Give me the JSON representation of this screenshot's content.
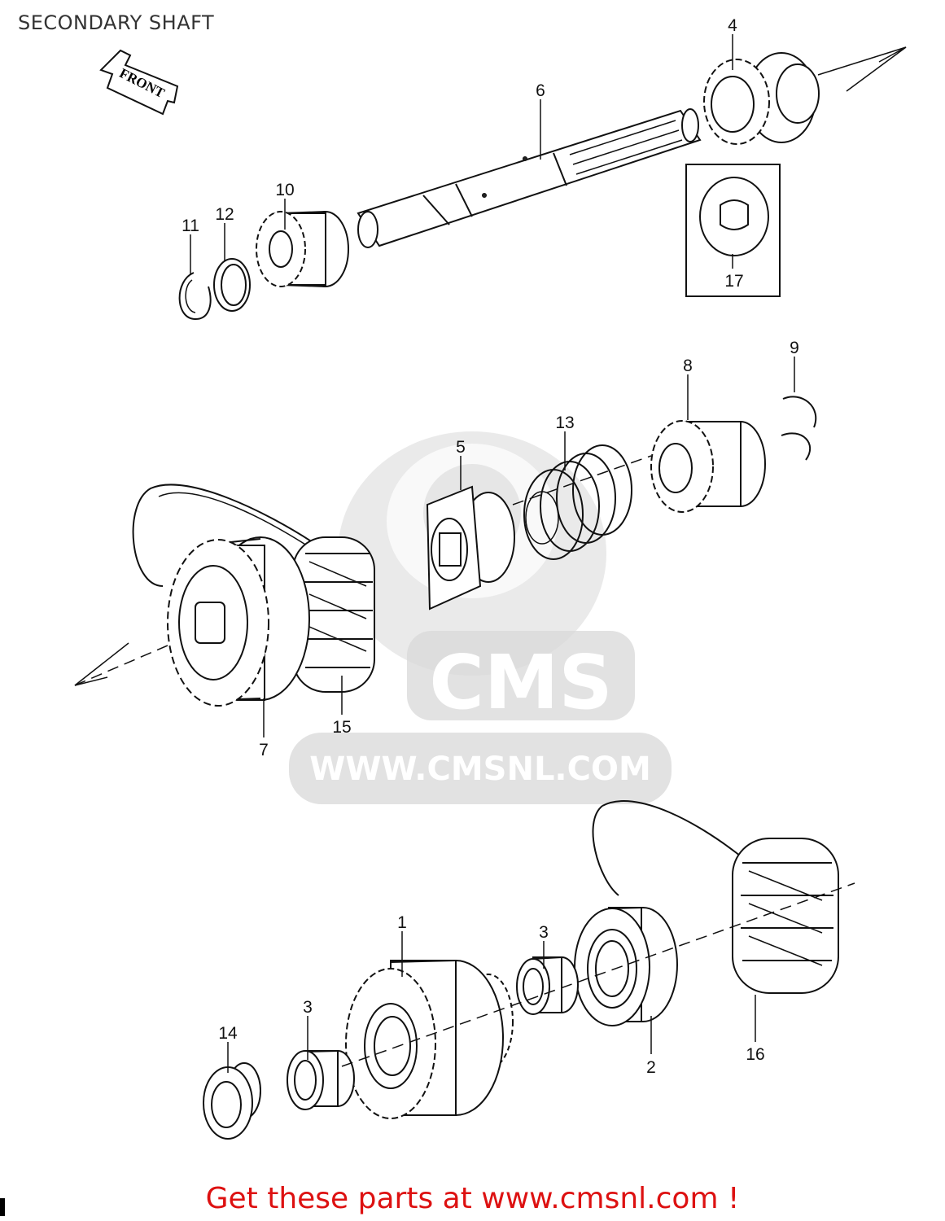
{
  "title": "SECONDARY SHAFT",
  "front_arrow_label": "FRONT",
  "watermark": {
    "brand": "CMS",
    "url": "WWW.CMSNL.COM"
  },
  "callouts": {
    "1": "1",
    "2": "2",
    "3a": "3",
    "3b": "3",
    "4": "4",
    "5": "5",
    "6": "6",
    "7": "7",
    "8": "8",
    "9": "9",
    "10": "10",
    "11": "11",
    "12": "12",
    "13": "13",
    "14": "14",
    "15": "15",
    "16": "16",
    "17": "17"
  },
  "promo_text": "Get these parts at www.cmsnl.com !",
  "colors": {
    "promo": "#dd1111",
    "watermark": "#d8d8d8",
    "linework": "#111111"
  }
}
